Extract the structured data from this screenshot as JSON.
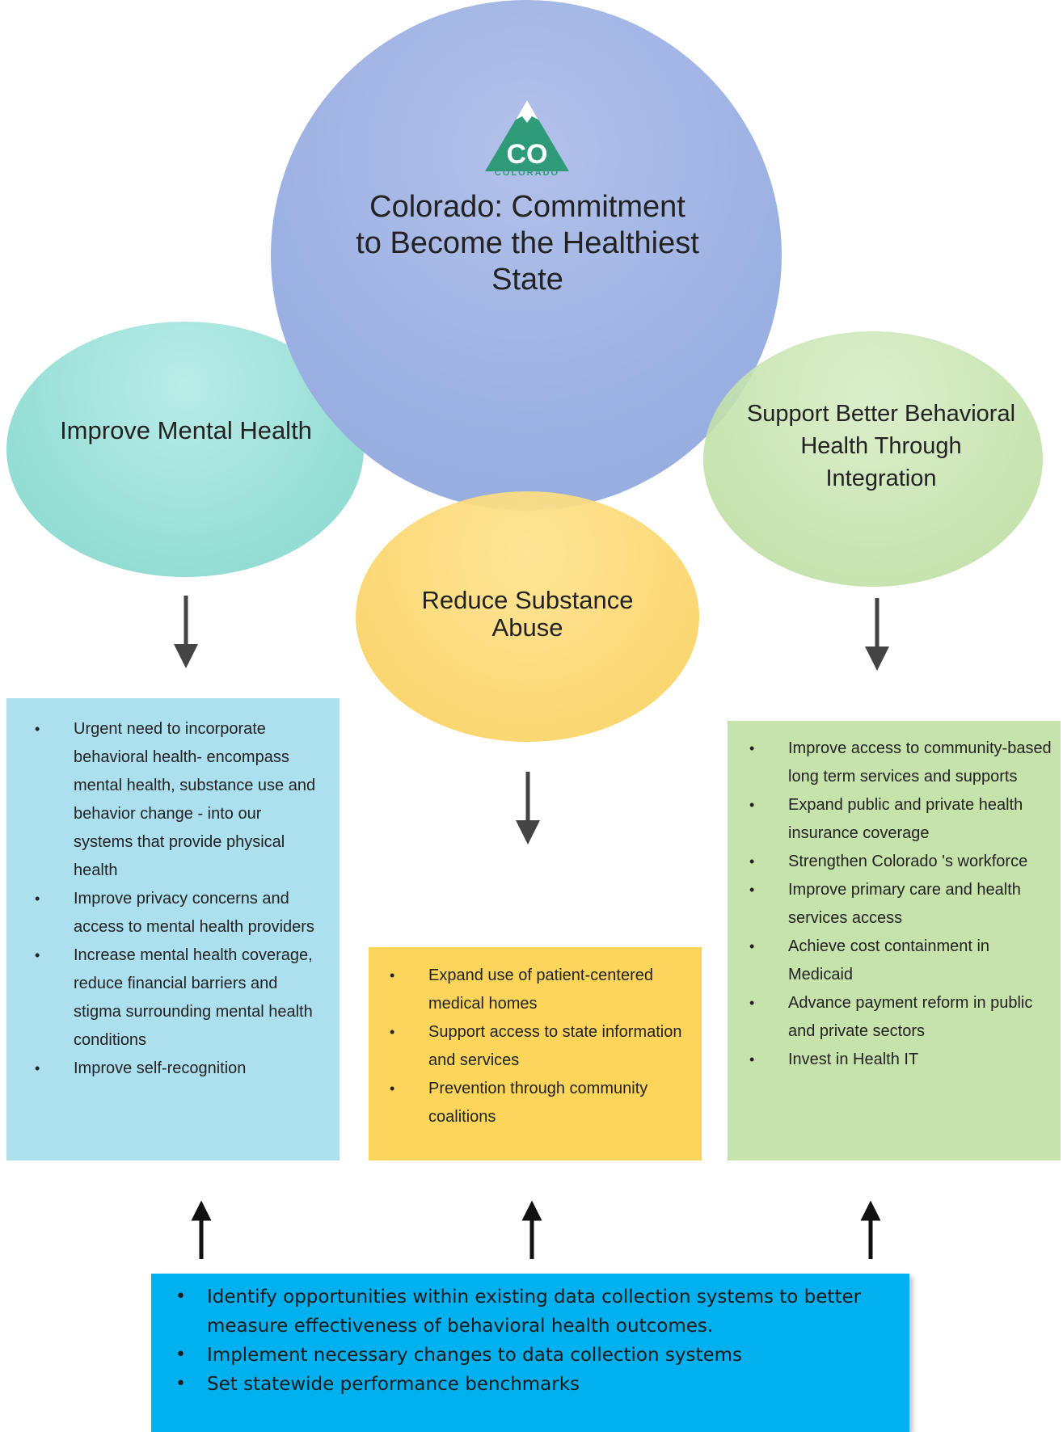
{
  "logo": {
    "abbrev": "CO",
    "name": "COLORADO",
    "icon": "colorado-mountain-logo-icon",
    "color": "#2f9a78"
  },
  "central_goal": "Colorado: Commitment to Become the Healthiest State",
  "pillars": [
    {
      "id": "mental",
      "title": "Improve Mental Health",
      "color": "#8fdcd3"
    },
    {
      "id": "substance",
      "title": "Reduce Substance Abuse",
      "color": "#fbd56a"
    },
    {
      "id": "integration",
      "title": "Support Better Behavioral Health Through Integration",
      "color": "#c0e0a6"
    }
  ],
  "boxes": {
    "mental": [
      "Urgent need to incorporate behavioral health- encompass mental health, substance use and behavior change - into our systems that provide physical health",
      "Improve privacy concerns and access to mental health providers",
      "Increase mental health coverage, reduce financial barriers and stigma surrounding mental health conditions",
      "Improve self-recognition"
    ],
    "substance": [
      "Expand use of patient-centered medical homes",
      "Support access to state information  and services",
      "Prevention through community coalitions"
    ],
    "integration": [
      "Improve access to community-based long term services and supports",
      "Expand public and private health insurance coverage",
      "Strengthen Colorado 's workforce",
      "Improve primary care and health services  access",
      "Achieve cost containment in Medicaid",
      "Advance payment reform in public and private sectors",
      "Invest in Health IT"
    ],
    "data": [
      "Identify opportunities within existing data collection systems to better measure effectiveness of behavioral health outcomes.",
      "Implement necessary changes to data collection systems",
      "Set statewide performance benchmarks"
    ]
  }
}
